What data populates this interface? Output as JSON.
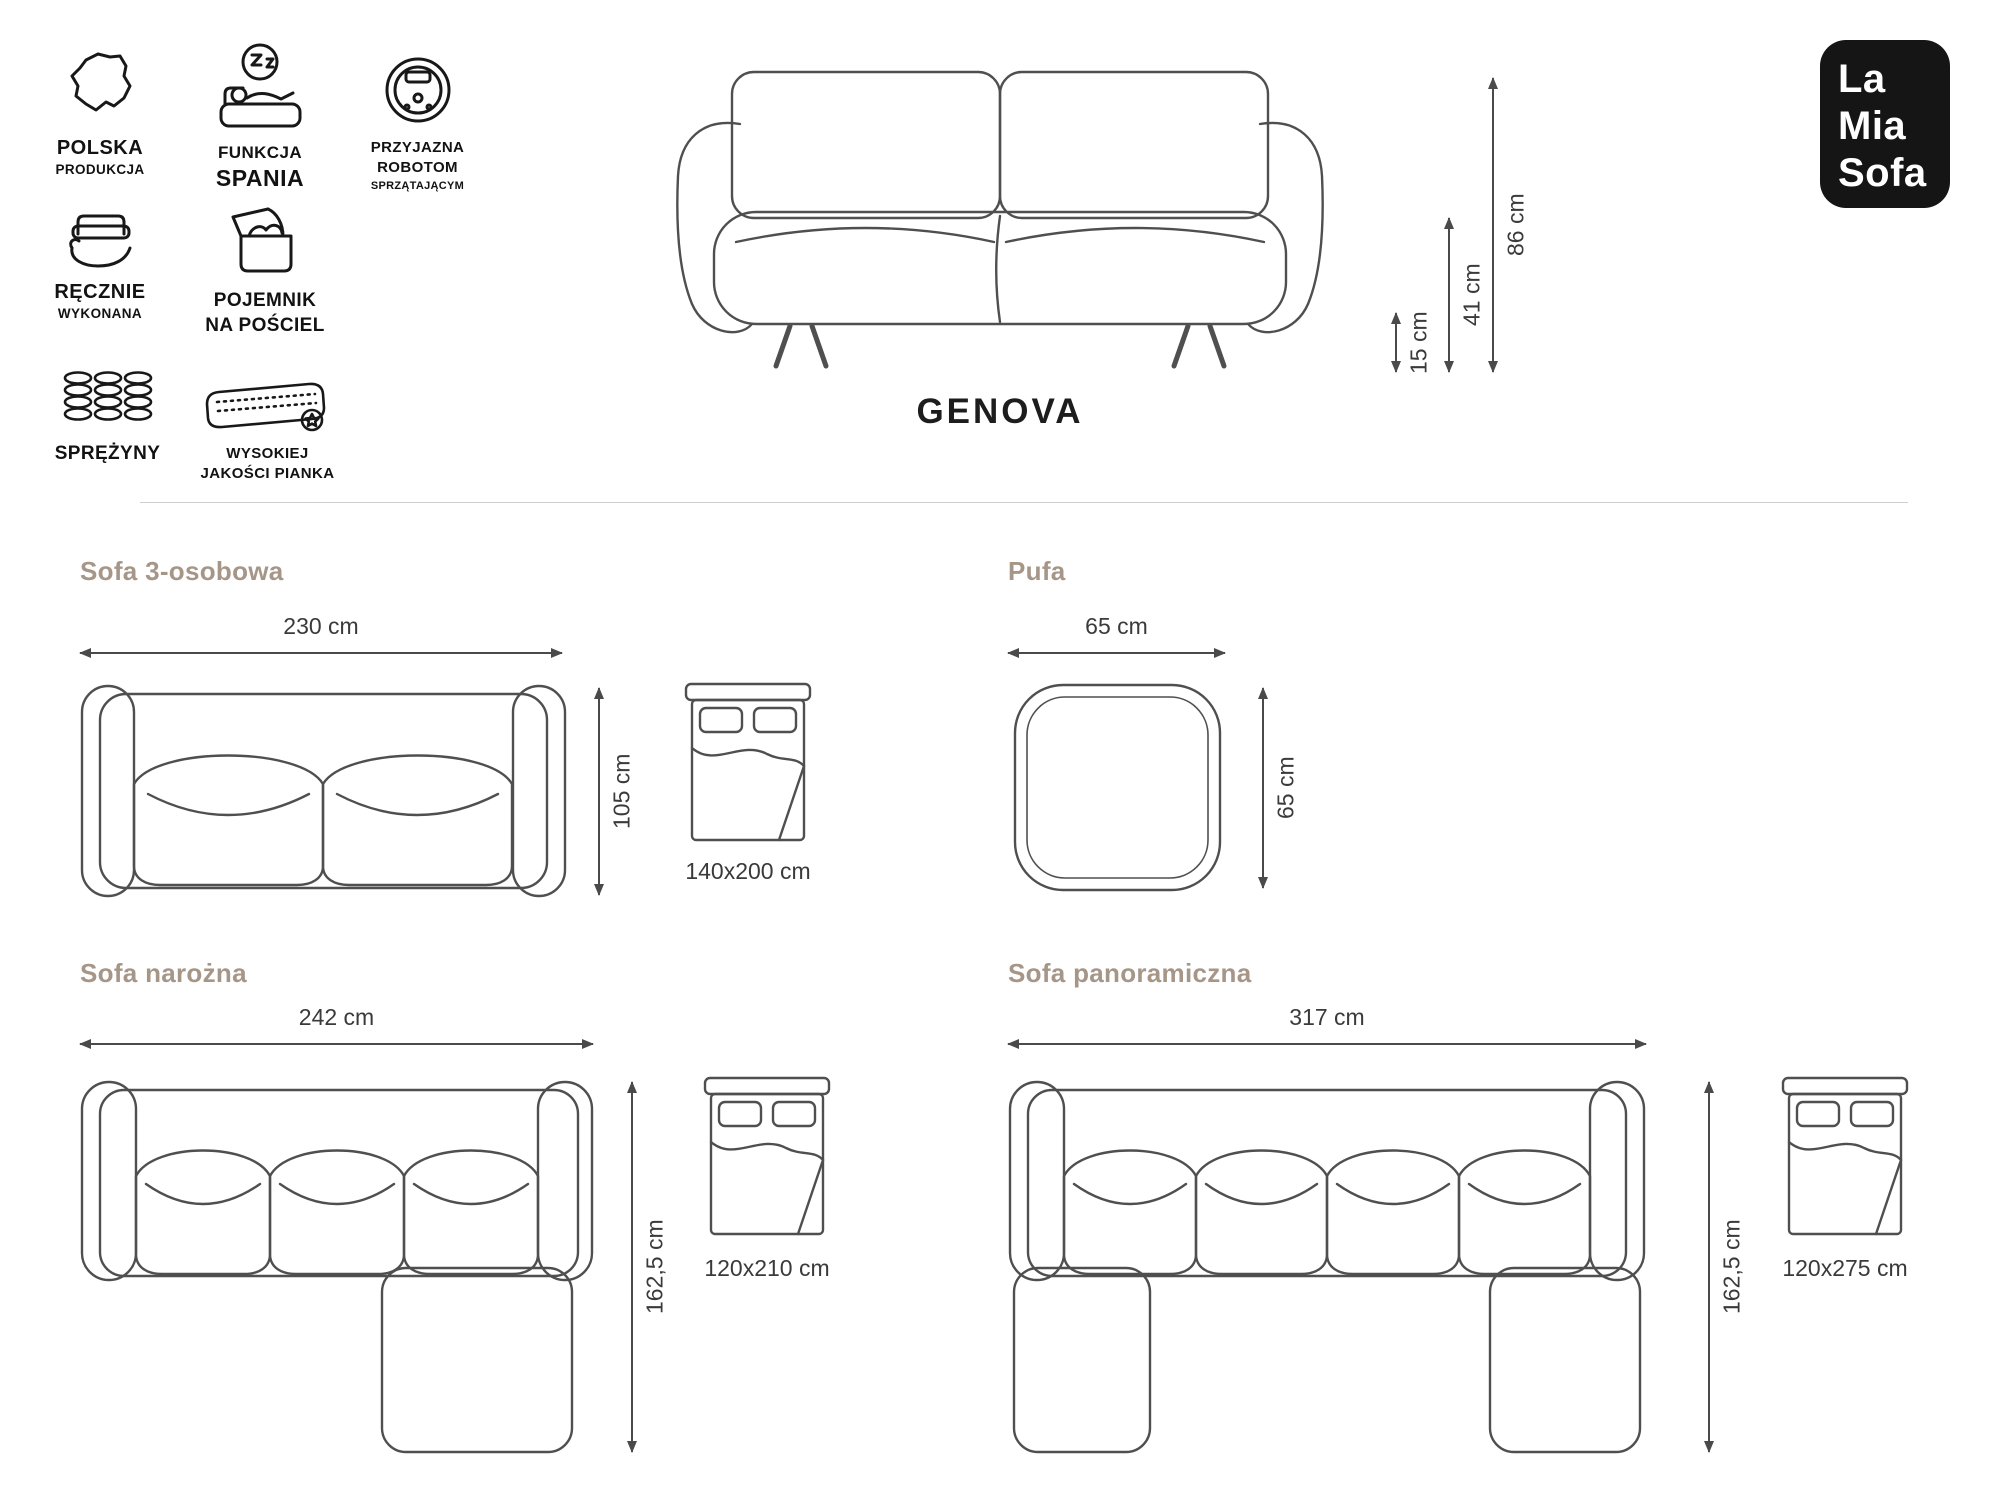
{
  "page": {
    "background": "#ffffff",
    "drawing_stroke": "#4f4f4f",
    "heading_color": "#a59688"
  },
  "brand": {
    "logo_lines": [
      "La",
      "Mia",
      "Sofa"
    ]
  },
  "product": {
    "name": "GENOVA"
  },
  "features": [
    {
      "icon": "poland-map-icon",
      "label1": "POLSKA",
      "label2": "PRODUKCJA"
    },
    {
      "icon": "sleep-function-icon",
      "label1": "FUNKCJA",
      "label2": "SPANIA"
    },
    {
      "icon": "robot-vacuum-icon",
      "label1": "PRZYJAZNA",
      "label2": "ROBOTOM",
      "label3": "SPRZĄTAJĄCYM"
    },
    {
      "icon": "handmade-icon",
      "label1": "RĘCZNIE",
      "label2": "WYKONANA"
    },
    {
      "icon": "bedding-storage-icon",
      "label1": "POJEMNIK",
      "label2": "NA POŚCIEL"
    },
    {
      "icon": "springs-icon",
      "label1": "SPRĘŻYNY"
    },
    {
      "icon": "foam-quality-icon",
      "label1": "WYSOKIEJ",
      "label2": "JAKOŚCI PIANKA"
    }
  ],
  "hero_dimensions": {
    "height_total": "86 cm",
    "seat_height": "41 cm",
    "clearance": "15 cm"
  },
  "variants": {
    "sofa3": {
      "name": "Sofa 3-osobowa",
      "width": "230 cm",
      "depth": "105 cm",
      "bed": "140x200 cm"
    },
    "pufa": {
      "name": "Pufa",
      "width": "65 cm",
      "depth": "65 cm"
    },
    "narozna": {
      "name": "Sofa narożna",
      "width": "242 cm",
      "depth": "162,5 cm",
      "bed": "120x210 cm"
    },
    "panoramiczna": {
      "name": "Sofa panoramiczna",
      "width": "317 cm",
      "depth": "162,5 cm",
      "bed": "120x275 cm"
    }
  }
}
